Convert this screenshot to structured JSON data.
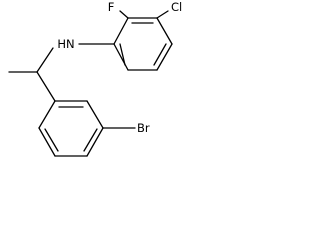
{
  "molecule": {
    "atoms": {
      "fluorine": "F",
      "chlorine": "Cl",
      "amine": "HN",
      "bromine": "Br"
    },
    "colors": {
      "bond": "#000000",
      "label": "#000000",
      "background": "#ffffff"
    }
  }
}
